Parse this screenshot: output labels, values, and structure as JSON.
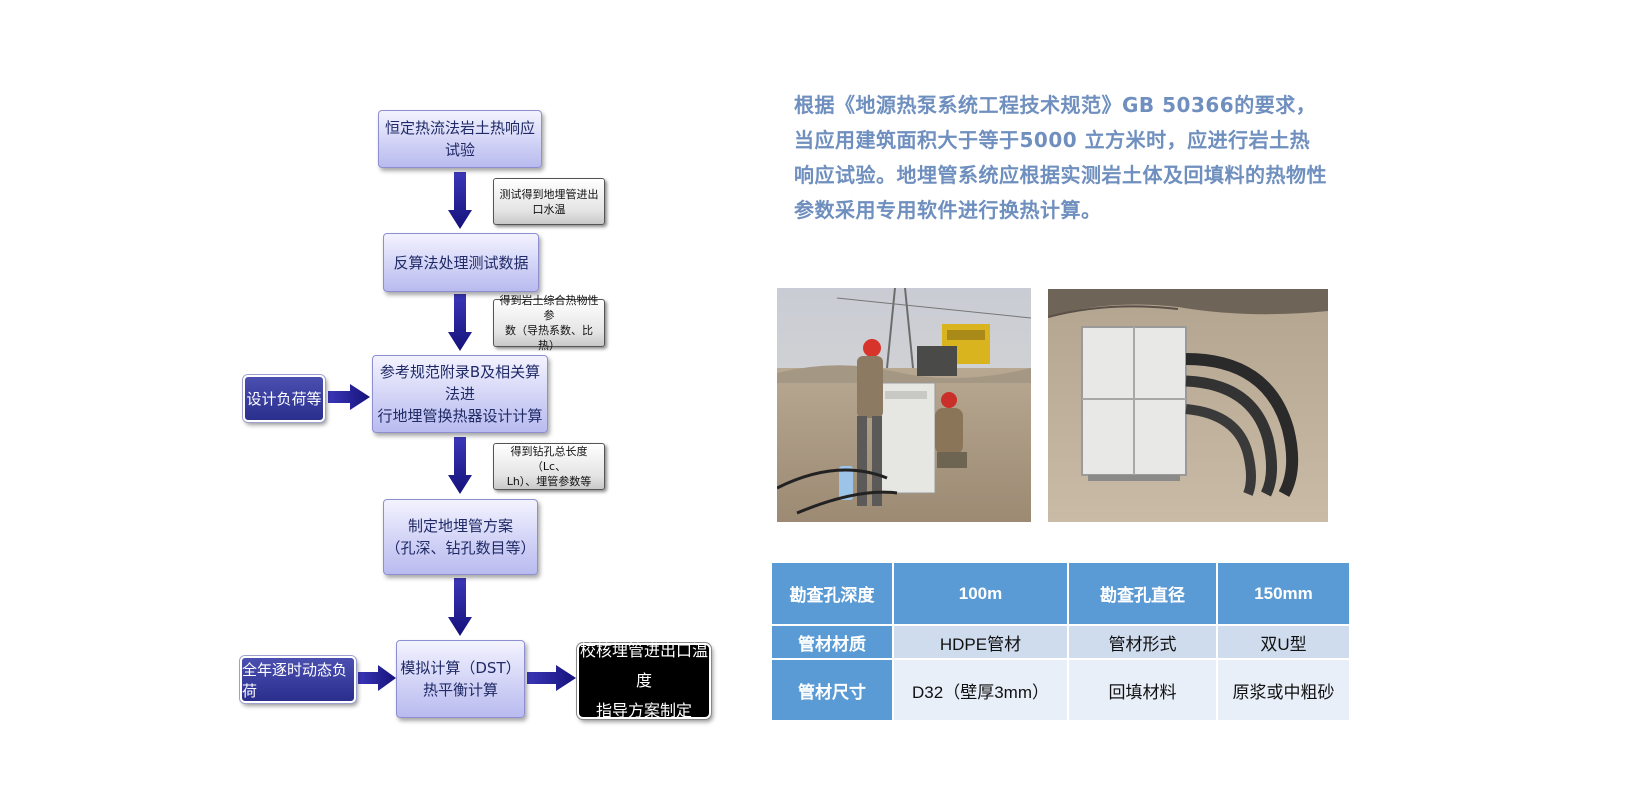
{
  "flowchart": {
    "steps": [
      "恒定热流法岩土热响应试验",
      "反算法处理测试数据",
      "参考规范附录B及相关算法进\n行地埋管换热器设计计算",
      "制定地埋管方案\n（孔深、钻孔数目等）",
      "模拟计算（DST）\n热平衡计算"
    ],
    "notes": [
      "测试得到地埋管进出\n口水温",
      "得到岩土综合热物性参\n数（导热系数、比热）",
      "得到钻孔总长度（Lc、\nLh）、埋管参数等"
    ],
    "inputs": [
      "设计负荷等",
      "全年逐时动态负荷"
    ],
    "output": "校核埋管进出口温度\n指导方案制定",
    "colors": {
      "arrow": "#1f1c8c",
      "box_border": "#8e8fd0",
      "output_bg": "#000000"
    }
  },
  "description": "根据《地源热泵系统工程技术规范》GB 50366的要求，当应用建筑面积大于等于5000 立方米时，应进行岩土热响应试验。地埋管系统应根据实测岩土体及回填料的热物性参数采用专用软件进行换热计算。",
  "photos": [
    {
      "icon": "site-photo-workers-testing-equipment"
    },
    {
      "icon": "site-photo-test-cabinet-with-pipes"
    }
  ],
  "table": {
    "rows": [
      [
        "勘查孔深度",
        "100m",
        "勘查孔直径",
        "150mm"
      ],
      [
        "管材材质",
        "HDPE管材",
        "管材形式",
        "双U型"
      ],
      [
        "管材尺寸",
        "D32（壁厚3mm）",
        "回填材料",
        "原浆或中粗砂"
      ]
    ],
    "colors": {
      "header": "#5b9bd5",
      "row_light": "#cfdcee",
      "row_lighter": "#e9eff8"
    }
  }
}
